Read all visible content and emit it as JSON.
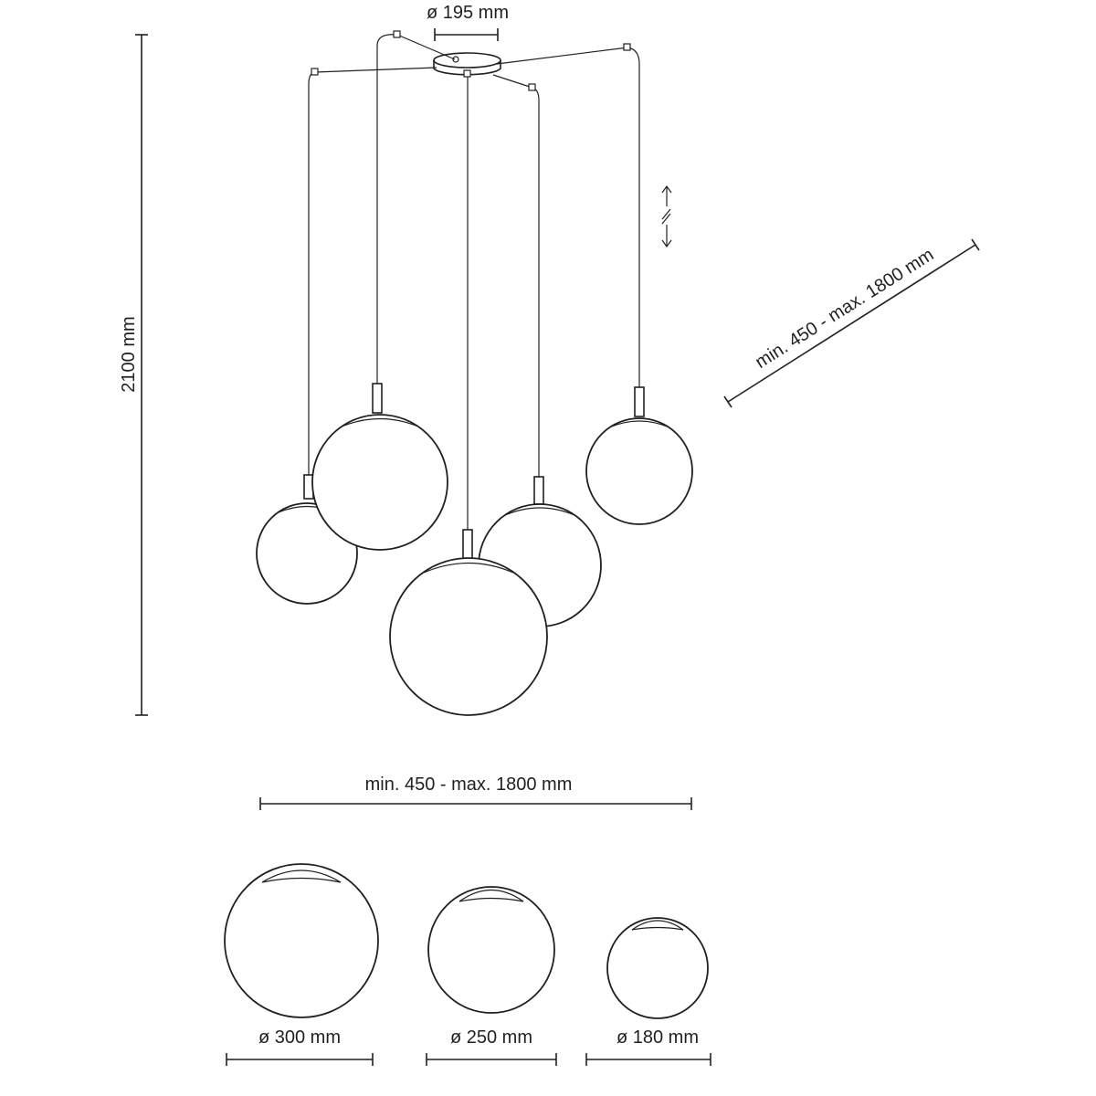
{
  "dimensions": {
    "canopy_diameter": "ø 195 mm",
    "total_height": "2100 mm",
    "cable_length_diagonal": "min. 450 - max. 1800 mm",
    "cable_length_horizontal": "min. 450 - max. 1800 mm",
    "globe_large": "ø 300 mm",
    "globe_medium": "ø 250 mm",
    "globe_small": "ø 180 mm"
  },
  "icons": [
    "adjustable-length-arrow-icon"
  ]
}
